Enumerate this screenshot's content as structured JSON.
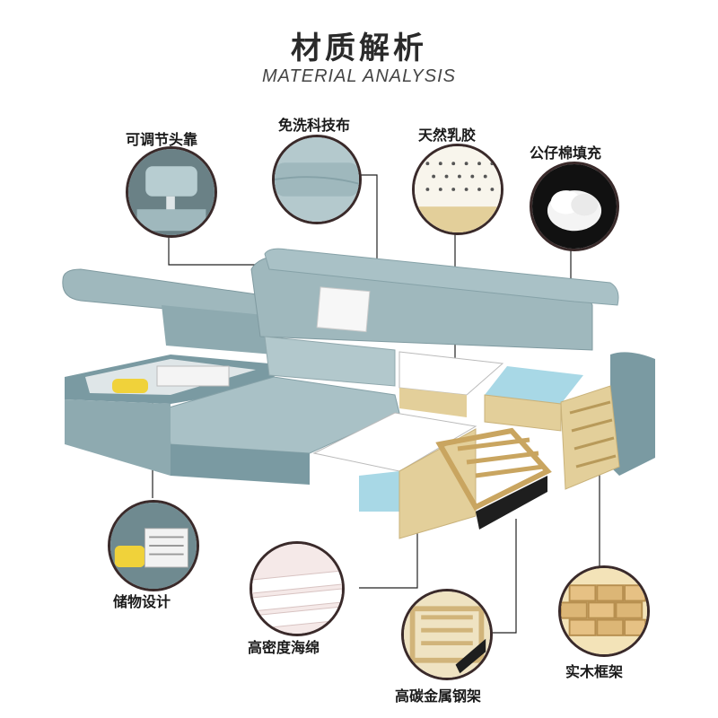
{
  "header": {
    "title_cn": "材质解析",
    "title_en": "MATERIAL ANALYSIS"
  },
  "callouts": {
    "headrest": "可调节头靠",
    "fabric": "免洗科技布",
    "latex": "天然乳胶",
    "cotton": "公仔棉填充",
    "storage": "储物设计",
    "sponge": "高密度海绵",
    "steel_frame": "高碳金属钢架",
    "wood_frame": "实木框架"
  },
  "colors": {
    "fabric": "#9fb8bd",
    "wood": "#e3cf9a",
    "latex": "#ffffff",
    "sponge_blue": "#a8d8e6",
    "steel": "#1e1e1e",
    "leader": "#222222"
  }
}
